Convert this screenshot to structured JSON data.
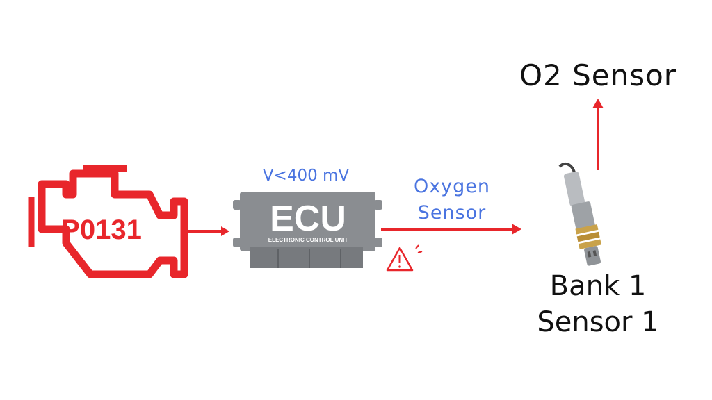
{
  "engine": {
    "code": "P0131"
  },
  "ecu": {
    "title": "ECU",
    "subtitle": "ELECTRONIC CONTROL UNIT"
  },
  "labels": {
    "voltage": "V<400 mV",
    "oxygen_line1": "Oxygen",
    "oxygen_line2": "Sensor",
    "o2": "O2 Sensor",
    "bank_line1": "Bank 1",
    "bank_line2": "Sensor 1"
  },
  "colors": {
    "accent_red": "#e8262b",
    "blue_text": "#4a74e0",
    "ecu_gray": "#8a8d91"
  },
  "icons": [
    "check-engine-icon",
    "warning-icon",
    "arrow-icon",
    "oxygen-sensor-icon",
    "ecu-icon"
  ]
}
